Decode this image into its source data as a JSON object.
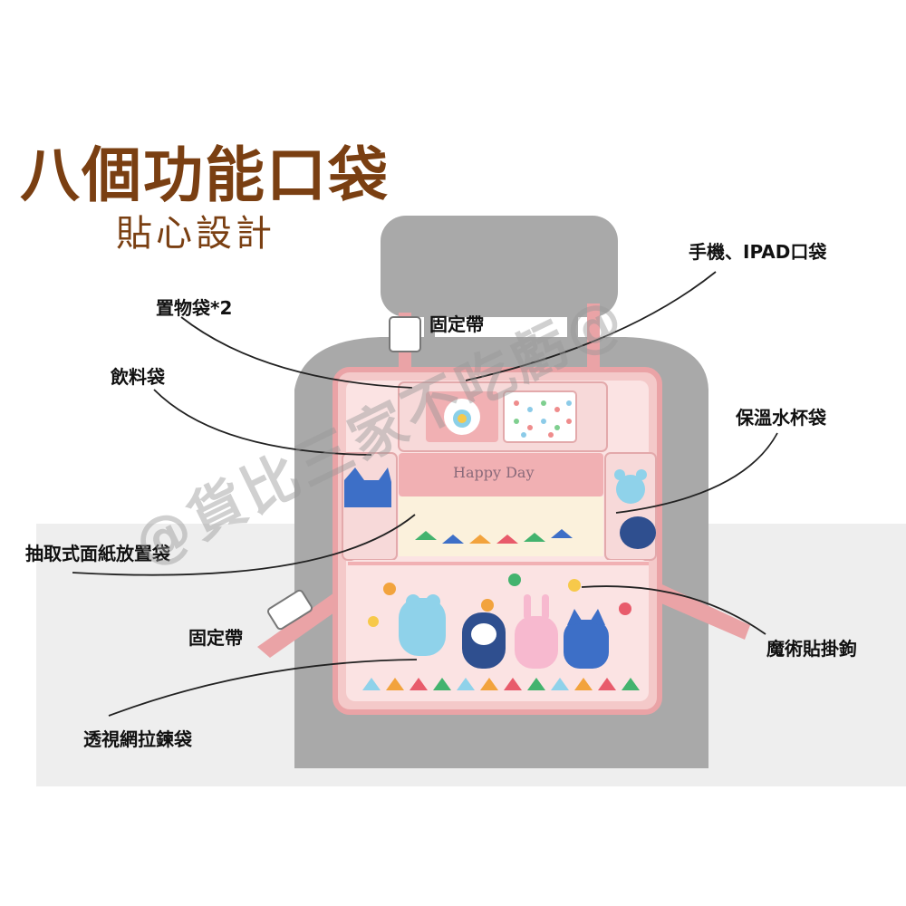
{
  "title": "八個功能口袋",
  "subtitle": "貼心設計",
  "labels": {
    "phone_ipad": "手機、IPAD口袋",
    "storage_x2": "置物袋*2",
    "strap_top": "固定帶",
    "drink": "飲料袋",
    "thermos": "保溫水杯袋",
    "tissue": "抽取式面紙放置袋",
    "strap_bottom": "固定帶",
    "velcro_hook": "魔術貼掛鉤",
    "mesh_zipper": "透視網拉鍊袋"
  },
  "tissue_pocket_text": "Happy Day",
  "watermark": "@貨比三家不吃虧@",
  "colors": {
    "title": "#7a3f12",
    "seat_gray": "#a9a9a9",
    "organizer_pink": "#f4c9c9",
    "trim_pink": "#eaa3a6",
    "line": "#222222"
  }
}
